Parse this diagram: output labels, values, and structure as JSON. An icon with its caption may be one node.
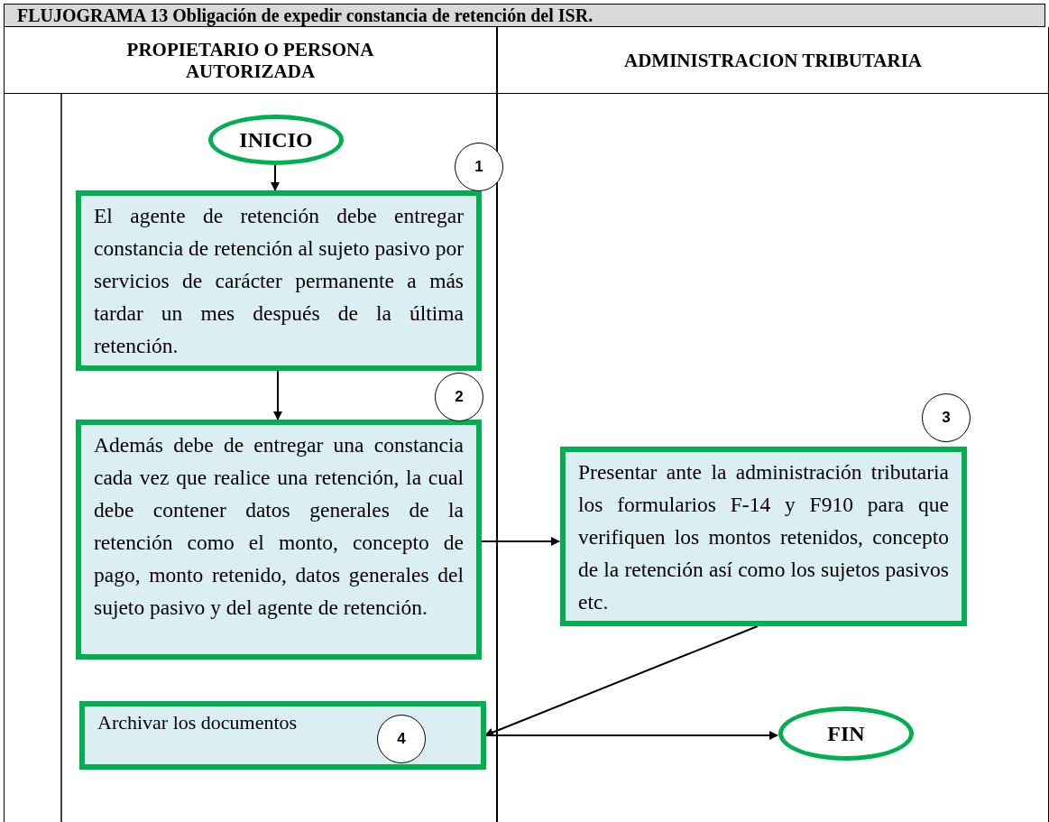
{
  "diagram": {
    "title": "FLUJOGRAMA 13 Obligación de expedir constancia de retención del ISR.",
    "nodes": [
      {
        "text": [
          "PROPIETARIO O PERSONA AUTORIZADA"
        ]
      },
      {
        "text": [
          "ADMINISTRACION TRIBUTARIA"
        ]
      },
      {
        "text": [
          "INICIO"
        ],
        "in": 0
      },
      {
        "text": [
          "El agente de retención debe entregar constancia de retención al sujeto pasivo por servicios de carácter permanente a más tardar un mes después de la última retención."
        ],
        "beside": [
          "1"
        ],
        "in": 0
      },
      {
        "text": [
          "Además debe de entregar una constancia cada vez que realice una retención, la cual debe contener datos generales de la retención como el monto, concepto de pago, monto retenido, datos generales del sujeto pasivo y del agente de retención."
        ],
        "beside": [
          "2"
        ],
        "in": 0
      },
      {
        "text": [
          "Presentar ante la administración tributaria los formularios F-14 y F910 para que verifiquen los montos retenidos, concepto de la retención así como los sujetos pasivos etc."
        ],
        "beside": [
          "3"
        ],
        "in": 1
      },
      {
        "text": [
          "Archivar los documentos",
          "4"
        ],
        "in": 0
      },
      {
        "text": [
          "FIN"
        ],
        "in": 1
      }
    ],
    "edges": [
      {
        "from": 2,
        "to": 3,
        "arrow": "to"
      },
      {
        "from": 3,
        "to": 4,
        "arrow": "to"
      },
      {
        "from": 4,
        "to": 5,
        "arrow": "to"
      },
      {
        "from": 5,
        "to": 6,
        "arrow": "to"
      },
      {
        "from": 6,
        "to": 7,
        "arrow": "to"
      }
    ]
  }
}
